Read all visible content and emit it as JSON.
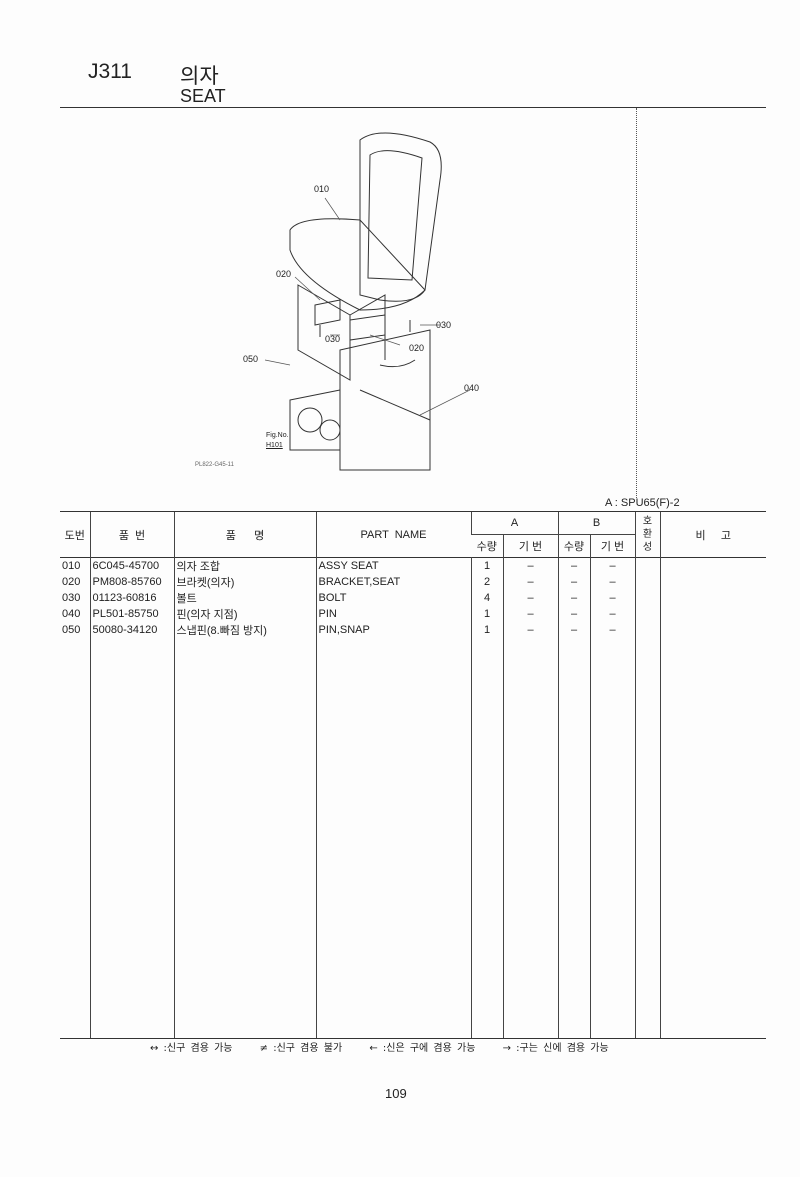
{
  "header": {
    "code": "J311",
    "title_kr": "의자",
    "title_en": "SEAT"
  },
  "figure": {
    "callouts": [
      "010",
      "020",
      "020",
      "030",
      "030",
      "050",
      "040"
    ],
    "fig_no_label": "Fig.No.",
    "fig_no": "H101",
    "drawing_no": "PL822-G45-11"
  },
  "model_note": "A : SPU65(F)-2",
  "table": {
    "headers": {
      "no": "도번",
      "part_no": "품  번",
      "name_kr": "품      명",
      "part_name": "PART  NAME",
      "group_a": "A",
      "group_b": "B",
      "qty": "수량",
      "serial": "기 번",
      "compat": "호\n환\n성",
      "remarks": "비     고"
    },
    "rows": [
      {
        "no": "010",
        "part_no": "6C045-45700",
        "name_kr": "의자 조합",
        "part_name": "ASSY SEAT",
        "a_qty": "1",
        "a_serial": "–",
        "b_qty": "–",
        "b_serial": "–"
      },
      {
        "no": "020",
        "part_no": "PM808-85760",
        "name_kr": "브라켓(의자)",
        "part_name": "BRACKET,SEAT",
        "a_qty": "2",
        "a_serial": "–",
        "b_qty": "–",
        "b_serial": "–"
      },
      {
        "no": "030",
        "part_no": "01123-60816",
        "name_kr": "볼트",
        "part_name": "BOLT",
        "a_qty": "4",
        "a_serial": "–",
        "b_qty": "–",
        "b_serial": "–"
      },
      {
        "no": "040",
        "part_no": "PL501-85750",
        "name_kr": "핀(의자 지점)",
        "part_name": "PIN",
        "a_qty": "1",
        "a_serial": "–",
        "b_qty": "–",
        "b_serial": "–"
      },
      {
        "no": "050",
        "part_no": "50080-34120",
        "name_kr": "스냅핀(8.빠짐 방지)",
        "part_name": "PIN,SNAP",
        "a_qty": "1",
        "a_serial": "–",
        "b_qty": "–",
        "b_serial": "–"
      }
    ]
  },
  "legend": [
    "↔ :신구 겸용 가능",
    "≠ :신구 겸용 불가",
    "← :신은 구에 겸용 가능",
    "→ :구는 신에 겸용 가능"
  ],
  "page_number": "109"
}
